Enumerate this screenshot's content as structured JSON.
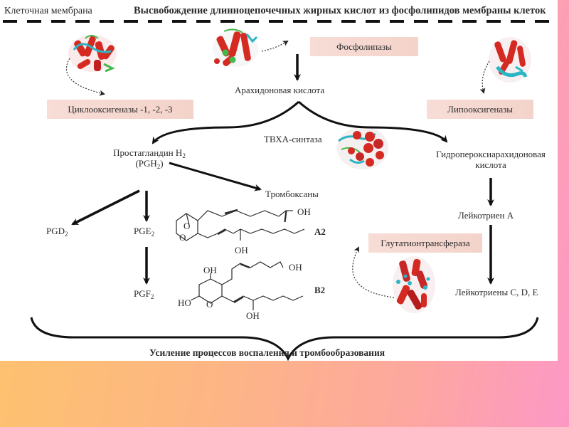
{
  "header": {
    "left_label": "Клеточная мембрана",
    "title": "Высвобождение длинноцепочечных жирных кислот из фосфолипидов мембраны клеток"
  },
  "enzymes": {
    "phospholipases": "Фосфолипазы",
    "cyclooxygenases": "Циклооксигеназы -1, -2, -3",
    "lipoxygenases": "Липооксигеназы",
    "glutathione_transferase": "Глутатионтрансфераза",
    "tbxa_synthase": "ТВХА-синтаза"
  },
  "metabolites": {
    "arachidonic_acid": "Арахидоновая кислота",
    "prostaglandin_h2": {
      "name": "Простагландин H",
      "sub": "2",
      "abbr_open": "(PGH",
      "abbr_sub": "2",
      "abbr_close": ")"
    },
    "thromboxanes": "Тромбоксаны",
    "pgd2": {
      "name": "PGD",
      "sub": "2"
    },
    "pge2": {
      "name": "PGE",
      "sub": "2"
    },
    "pgf2": {
      "name": "PGF",
      "sub": "2"
    },
    "hydroperoxy_line1": "Гидропероксиарахидоновая",
    "hydroperoxy_line2": "кислота",
    "leukotriene_a": "Лейкотриен А",
    "leukotrienes_cde": "Лейкотриены C, D, E"
  },
  "structures": {
    "a2": {
      "label": "A2",
      "oh_acid": "OH",
      "oh_side": "OH",
      "o1": "O",
      "o2": "O"
    },
    "b2": {
      "label": "B2",
      "oh_top": "OH",
      "oh_acid": "OH",
      "ho_ring": "HO",
      "o_ring": "O",
      "oh_side": "OH"
    }
  },
  "footer": {
    "conclusion": "Усиление процессов воспаления и тромбообразования"
  },
  "colors": {
    "enzyme_box": "#f5d8cf",
    "protein_red": "#d42a22",
    "protein_cyan": "#2bb5c4",
    "protein_green": "#44b84a",
    "background_start": "#fdc56a",
    "background_end": "#fd98c6"
  }
}
